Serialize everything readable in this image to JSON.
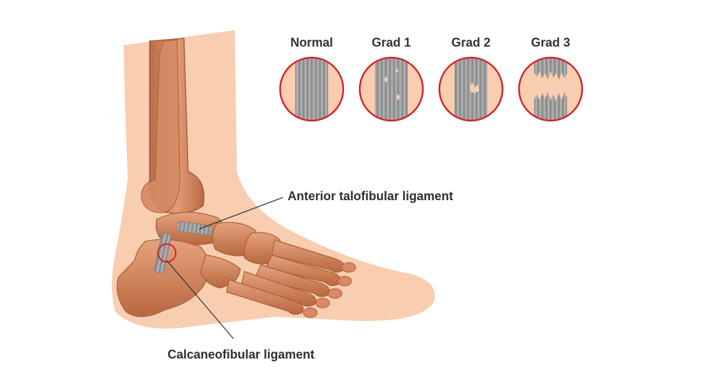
{
  "grades": [
    {
      "label": "Normal",
      "state": "intact"
    },
    {
      "label": "Grad 1",
      "state": "minor-tears"
    },
    {
      "label": "Grad 2",
      "state": "partial-tear"
    },
    {
      "label": "Grad 3",
      "state": "complete-rupture"
    }
  ],
  "callouts": {
    "anterior": "Anterior talofibular ligament",
    "calcaneo": "Calcaneofibular ligament"
  },
  "colors": {
    "skin": "#f9cdb0",
    "bone": "#d98a64",
    "bone_dark": "#b56a45",
    "ligament": "#9a9a9a",
    "highlight_ring": "#d2232a",
    "text": "#333333"
  }
}
